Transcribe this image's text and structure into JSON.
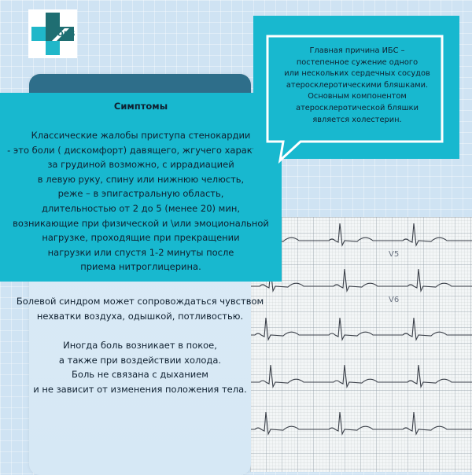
{
  "logo": {
    "text": "ОКБ",
    "colors": {
      "teal": "#1f6e72",
      "cyan": "#20b7c9",
      "white": "#ffffff"
    }
  },
  "bubble": {
    "text": "Главная причина ИБС –\nпостепенное сужение одного\nили нескольких сердечных сосудов\nатеросклеротическими бляшками.\nОсновным компонентом\nатеросклеротической бляшки\nявляется холестерин."
  },
  "symptoms": {
    "title": "Симптомы",
    "text": "Классические жалобы приступа стенокардии\n- это  боли ( дискомфорт) давящего, жгучего характера\nза грудиной возможно, с иррадиацией\nв левую руку, спину или нижнюю челюсть,\nреже – в эпигастральную область,\nдлительностью от 2 до 5 (менее 20) мин,\nвозникающие  при физической и \\или эмоциональной\nнагрузке, проходящие при прекращении\nнагрузки или спустя 1-2 минуты после\nприема нитроглицерина."
  },
  "extra": {
    "paragraph1": "Болевой синдром может сопровождаться чувством\nнехватки воздуха, одышкой, потливостью.",
    "paragraph2": "Иногда боль возникает в покое,\nа также при воздействии холода.\nБоль не связана с дыханием\nи не зависит от изменения положения тела."
  },
  "ecg": {
    "lead_labels": [
      "V5",
      "V6"
    ]
  },
  "colors": {
    "accent_cyan": "#18b8cf",
    "panel_light": "#d6e8f5",
    "panel_header": "#2e6e8a",
    "background": "#cfe3f3",
    "text": "#0f2030"
  }
}
